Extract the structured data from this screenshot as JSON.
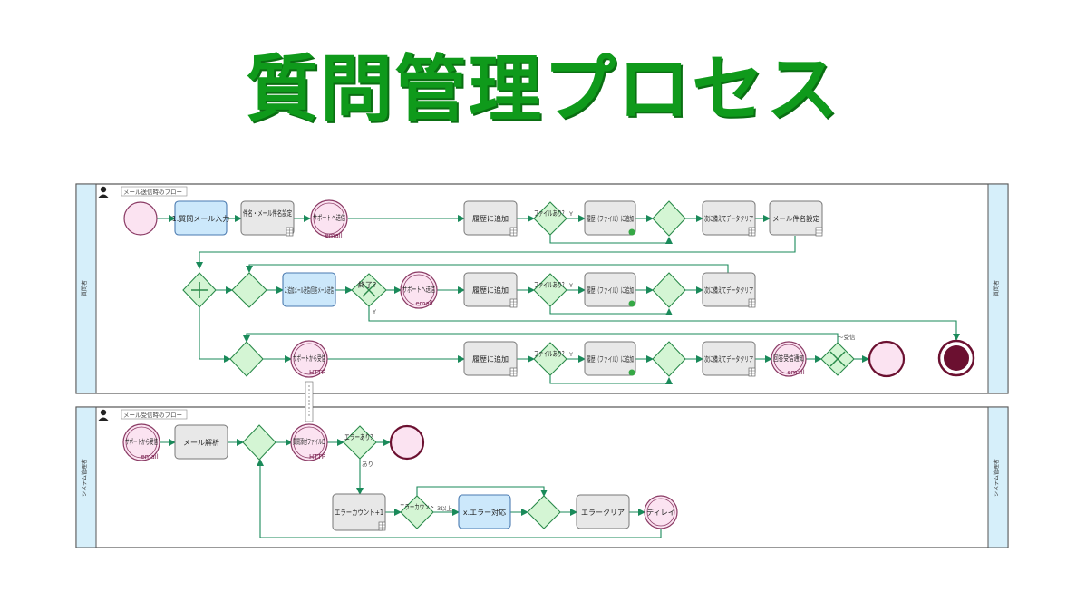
{
  "title": "質問管理プロセス",
  "colors": {
    "title": "#0f9a1b",
    "flow": "#1a8a5a",
    "task_fill": "#e8e8e8",
    "user_task_fill": "#cce8fb",
    "event_fill": "#fbe3f1",
    "end_fill": "#6b1030",
    "gateway_fill": "#d4f5d4",
    "lane_band": "#d6effa"
  },
  "pools": [
    {
      "caption": "メール送信時のフロー",
      "lane_label": "質問者"
    },
    {
      "caption": "メール受信時のフロー",
      "lane_label": "システム管理者"
    }
  ],
  "tasks": {
    "t1": "1.質問メール入力",
    "t2": "件名・メール件名設定",
    "t3": "履歴に追加",
    "t4": "履歴（ファイル）に追加",
    "t5": "次に備えてデータクリア",
    "t6": "メール件名設定",
    "t7": "2.追加メール送信/回答メール送信",
    "t8": "履歴に追加",
    "t9": "履歴（ファイル）に追加",
    "t10": "次に備えてデータクリア",
    "t11": "履歴に追加",
    "t12": "履歴（ファイル）に追加",
    "t13": "次に備えてデータクリア",
    "t14": "メール解析",
    "t15": "エラーカウント+1",
    "t16": "x.エラー対応",
    "t17": "エラークリア"
  },
  "events": {
    "e1": {
      "label": "サポートへ送信",
      "sub": "email"
    },
    "e2": {
      "label": "サポートへ送信",
      "sub": "email"
    },
    "e3": {
      "label": "サポートから受信",
      "sub": "HTTP"
    },
    "e4": {
      "label": "回答受信通知",
      "sub": "email"
    },
    "e5": {
      "label": "サポートから受信",
      "sub": "email"
    },
    "e6": {
      "label": "質問添付ファイルロ",
      "sub": "HTTP"
    },
    "e7": {
      "label": "ディレイ",
      "sub": ""
    }
  },
  "gateways": {
    "g1": "ファイルあり？",
    "g2": "終了？",
    "g3": "ファイルあり？",
    "g4": "ファイルあり？",
    "g5": "エラーあり？",
    "g6": "エラーカウント"
  },
  "edge_labels": {
    "y1": "Y",
    "y2": "Y",
    "y3": "Y",
    "y4": "Y",
    "received": "～受信",
    "ari": "あり",
    "over": "3以上"
  }
}
